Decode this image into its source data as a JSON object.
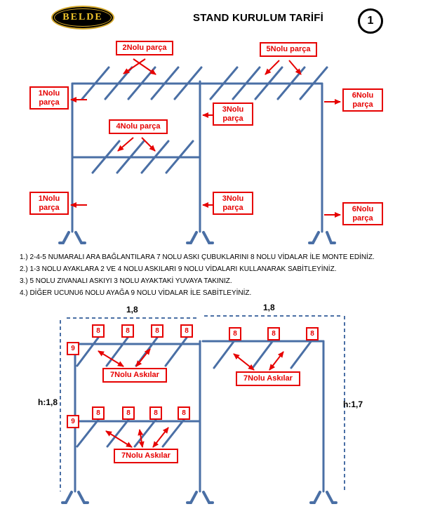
{
  "header": {
    "logo_text": "BELDE",
    "title": "STAND KURULUM TARİFİ",
    "page_number": "1"
  },
  "colors": {
    "structure_blue": "#4a6fa5",
    "label_red": "#e60000",
    "logo_gold": "#edc32a"
  },
  "diagram_top": {
    "parts": {
      "p1": "1Nolu parça",
      "p2": "2Nolu parça",
      "p3": "3Nolu parça",
      "p4": "4Nolu parça",
      "p5": "5Nolu parça",
      "p6": "6Nolu parça"
    }
  },
  "instructions": {
    "lines": [
      "1.) 2-4-5 NUMARALI ARA BAĞLANTILARA 7 NOLU ASKI ÇUBUKLARINI 8 NOLU VİDALAR İLE MONTE EDİNİZ.",
      "2.) 1-3 NOLU AYAKLARA 2 VE 4 NOLU ASKILARI 9 NOLU VİDALARI KULLANARAK SABİTLEYİNİZ.",
      "3.) 5 NOLU ZIVANALI ASKIYI 3 NOLU AYAKTAKİ YUVAYA TAKINIZ.",
      "4.) DİĞER UCUNU6 NOLU AYAĞA 9 NOLU VİDALAR İLE SABİTLEYİNİZ."
    ]
  },
  "diagram_bottom": {
    "screw_8": "8",
    "screw_9": "9",
    "hanger_label": "7Nolu Askılar",
    "dim_width_left": "1,8",
    "dim_width_right": "1,8",
    "dim_height_left": "h:1,8",
    "dim_height_right": "h:1,7"
  }
}
